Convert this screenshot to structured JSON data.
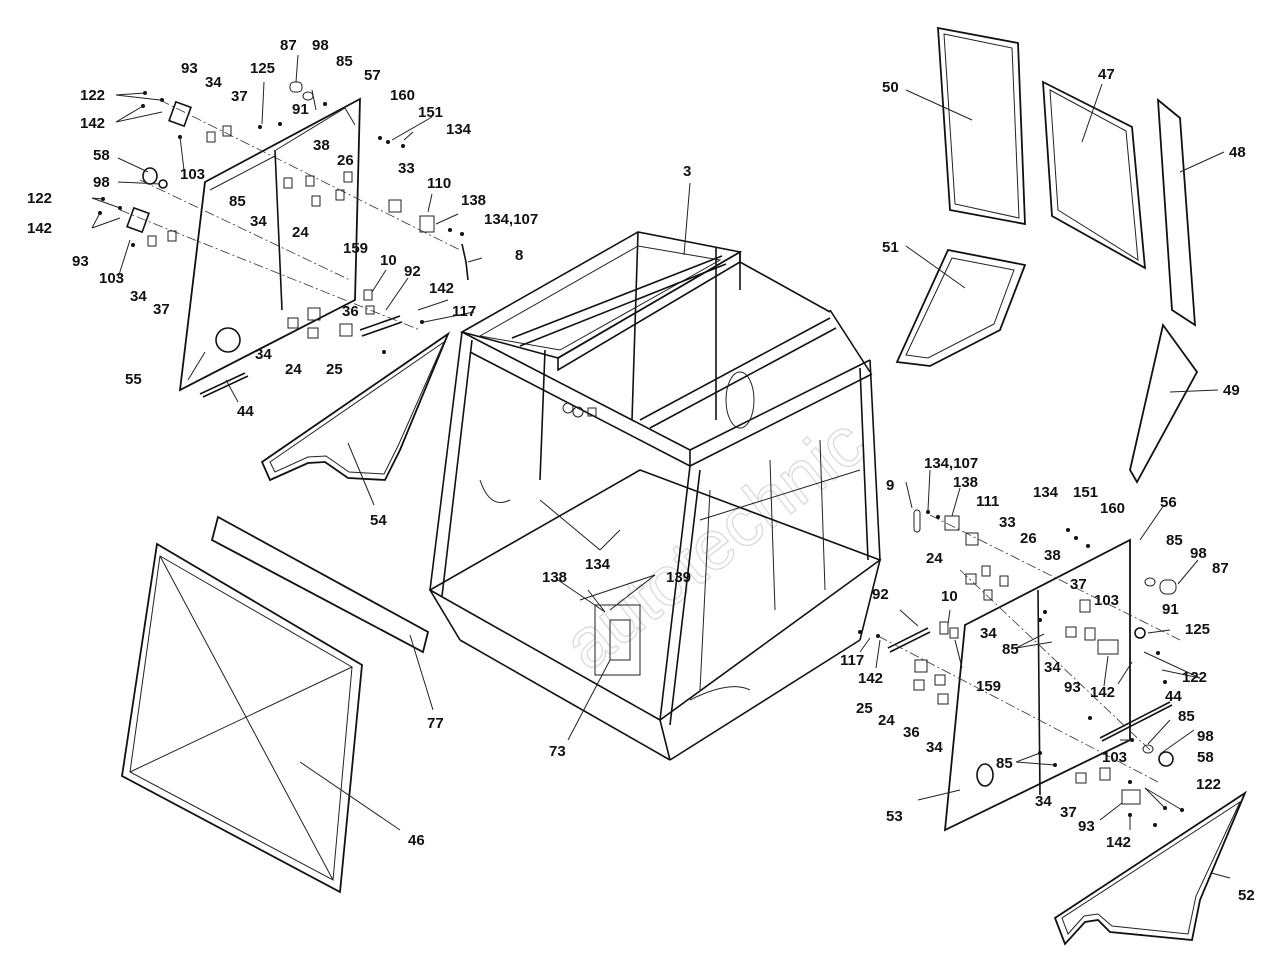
{
  "watermark": "autotechnic",
  "part_labels": [
    {
      "id": "87a",
      "text": "87"
    },
    {
      "id": "98a",
      "text": "98"
    },
    {
      "id": "85a",
      "text": "85"
    },
    {
      "id": "93a",
      "text": "93"
    },
    {
      "id": "125a",
      "text": "125"
    },
    {
      "id": "57",
      "text": "57"
    },
    {
      "id": "122a",
      "text": "122"
    },
    {
      "id": "34a",
      "text": "34"
    },
    {
      "id": "37a",
      "text": "37"
    },
    {
      "id": "91a",
      "text": "91"
    },
    {
      "id": "160a",
      "text": "160"
    },
    {
      "id": "151a",
      "text": "151"
    },
    {
      "id": "142a",
      "text": "142"
    },
    {
      "id": "134a",
      "text": "134"
    },
    {
      "id": "38a",
      "text": "38"
    },
    {
      "id": "58a",
      "text": "58"
    },
    {
      "id": "26a",
      "text": "26"
    },
    {
      "id": "103a",
      "text": "103"
    },
    {
      "id": "98b",
      "text": "98"
    },
    {
      "id": "33a",
      "text": "33"
    },
    {
      "id": "110",
      "text": "110"
    },
    {
      "id": "85b",
      "text": "85"
    },
    {
      "id": "138a",
      "text": "138"
    },
    {
      "id": "122b",
      "text": "122"
    },
    {
      "id": "34b",
      "text": "34"
    },
    {
      "id": "134107a",
      "text": "134,107"
    },
    {
      "id": "142b",
      "text": "142"
    },
    {
      "id": "24a",
      "text": "24"
    },
    {
      "id": "93b",
      "text": "93"
    },
    {
      "id": "8",
      "text": "8"
    },
    {
      "id": "159a",
      "text": "159"
    },
    {
      "id": "10a",
      "text": "10"
    },
    {
      "id": "92a",
      "text": "92"
    },
    {
      "id": "103b",
      "text": "103"
    },
    {
      "id": "142c",
      "text": "142"
    },
    {
      "id": "34c",
      "text": "34"
    },
    {
      "id": "37b",
      "text": "37"
    },
    {
      "id": "117a",
      "text": "117"
    },
    {
      "id": "36a",
      "text": "36"
    },
    {
      "id": "34d",
      "text": "34"
    },
    {
      "id": "55",
      "text": "55"
    },
    {
      "id": "24b",
      "text": "24"
    },
    {
      "id": "25a",
      "text": "25"
    },
    {
      "id": "44a",
      "text": "44"
    },
    {
      "id": "54",
      "text": "54"
    },
    {
      "id": "3",
      "text": "3"
    },
    {
      "id": "50",
      "text": "50"
    },
    {
      "id": "47",
      "text": "47"
    },
    {
      "id": "48",
      "text": "48"
    },
    {
      "id": "51",
      "text": "51"
    },
    {
      "id": "49",
      "text": "49"
    },
    {
      "id": "134107b",
      "text": "134,107"
    },
    {
      "id": "9",
      "text": "9"
    },
    {
      "id": "138b",
      "text": "138"
    },
    {
      "id": "111",
      "text": "111"
    },
    {
      "id": "134b",
      "text": "134"
    },
    {
      "id": "151b",
      "text": "151"
    },
    {
      "id": "160b",
      "text": "160"
    },
    {
      "id": "56",
      "text": "56"
    },
    {
      "id": "33b",
      "text": "33"
    },
    {
      "id": "26b",
      "text": "26"
    },
    {
      "id": "85c",
      "text": "85"
    },
    {
      "id": "98c",
      "text": "98"
    },
    {
      "id": "24c",
      "text": "24"
    },
    {
      "id": "38b",
      "text": "38"
    },
    {
      "id": "87b",
      "text": "87"
    },
    {
      "id": "37c",
      "text": "37"
    },
    {
      "id": "103c",
      "text": "103"
    },
    {
      "id": "91b",
      "text": "91"
    },
    {
      "id": "125b",
      "text": "125"
    },
    {
      "id": "34e",
      "text": "34"
    },
    {
      "id": "85d",
      "text": "85"
    },
    {
      "id": "92b",
      "text": "92"
    },
    {
      "id": "10b",
      "text": "10"
    },
    {
      "id": "34f",
      "text": "34"
    },
    {
      "id": "122c",
      "text": "122"
    },
    {
      "id": "93c",
      "text": "93"
    },
    {
      "id": "142d",
      "text": "142"
    },
    {
      "id": "117b",
      "text": "117"
    },
    {
      "id": "142e",
      "text": "142"
    },
    {
      "id": "159b",
      "text": "159"
    },
    {
      "id": "25b",
      "text": "25"
    },
    {
      "id": "24d",
      "text": "24"
    },
    {
      "id": "36b",
      "text": "36"
    },
    {
      "id": "34g",
      "text": "34"
    },
    {
      "id": "44b",
      "text": "44"
    },
    {
      "id": "85e",
      "text": "85"
    },
    {
      "id": "103d",
      "text": "103"
    },
    {
      "id": "98d",
      "text": "98"
    },
    {
      "id": "58b",
      "text": "58"
    },
    {
      "id": "85f",
      "text": "85"
    },
    {
      "id": "122d",
      "text": "122"
    },
    {
      "id": "53",
      "text": "53"
    },
    {
      "id": "34h",
      "text": "34"
    },
    {
      "id": "37d",
      "text": "37"
    },
    {
      "id": "93d",
      "text": "93"
    },
    {
      "id": "142f",
      "text": "142"
    },
    {
      "id": "52",
      "text": "52"
    },
    {
      "id": "134c",
      "text": "134"
    },
    {
      "id": "138c",
      "text": "138"
    },
    {
      "id": "139",
      "text": "139"
    },
    {
      "id": "77",
      "text": "77"
    },
    {
      "id": "73",
      "text": "73"
    },
    {
      "id": "46",
      "text": "46"
    }
  ]
}
